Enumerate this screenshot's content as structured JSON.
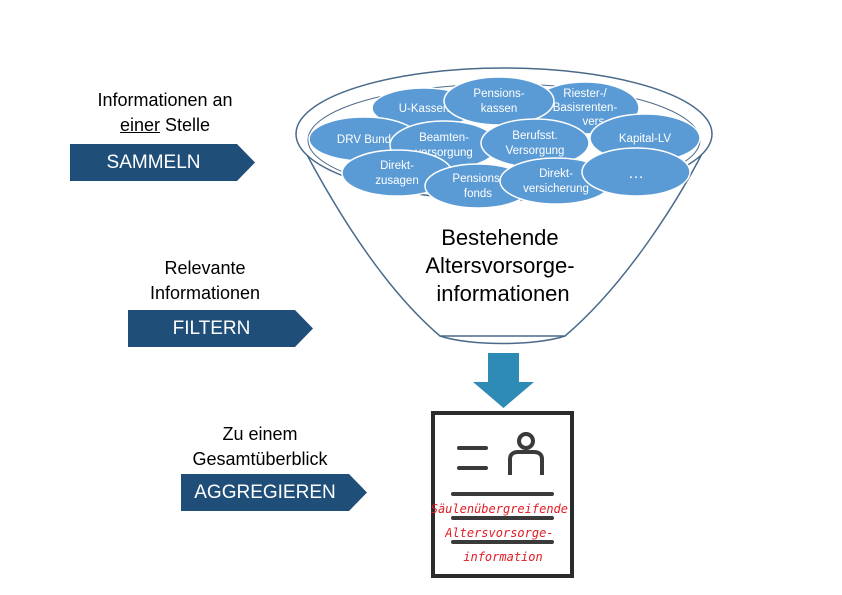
{
  "steps": [
    {
      "line1": "Informationen an",
      "line2_underlined": "einer",
      "line2_rest": " Stelle",
      "action": "SAMMELN"
    },
    {
      "line1": "Relevante",
      "line2": "Informationen",
      "action": "FILTERN"
    },
    {
      "line1": "Zu einem",
      "line2": "Gesamtüberblick",
      "action": "AGGREGIEREN"
    }
  ],
  "funnel": {
    "label_lines": [
      "Bestehende",
      "Altersvorsorge-",
      "informationen"
    ]
  },
  "sources": [
    {
      "lines": [
        "U-Kassen"
      ]
    },
    {
      "lines": [
        "Pensions-",
        "kassen"
      ]
    },
    {
      "lines": [
        "Riester-/",
        "Basisrenten-",
        "vers."
      ]
    },
    {
      "lines": [
        "DRV Bund"
      ]
    },
    {
      "lines": [
        "Beamten-",
        "versorgung"
      ]
    },
    {
      "lines": [
        "Berufsst.",
        "Versorgung"
      ]
    },
    {
      "lines": [
        "Kapital-LV"
      ]
    },
    {
      "lines": [
        "Direkt-",
        "zusagen"
      ]
    },
    {
      "lines": [
        "Pensions-",
        "fonds"
      ]
    },
    {
      "lines": [
        "Direkt-",
        "versicherung"
      ]
    },
    {
      "lines": [
        "…"
      ]
    }
  ],
  "document": {
    "lines": [
      "Säulenübergreifende",
      "Altersvorsorge-",
      "information"
    ]
  },
  "colors": {
    "navy": "#1f4e79",
    "ellipse": "#5b9bd5",
    "arrow_down": "#2e8bb5",
    "doc_text": "#e01b24"
  }
}
